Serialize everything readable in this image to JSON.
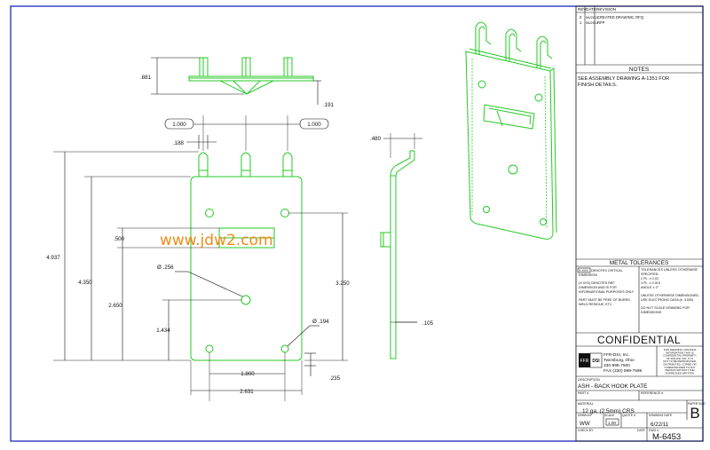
{
  "watermark": "www.jdw2.com",
  "revisions": {
    "headers": [
      "REV",
      "DATE",
      "REVISION"
    ],
    "rows": [
      {
        "rev": "0",
        "date": "06/2011",
        "text": "CREATED DRAWING, RFQ"
      },
      {
        "rev": "1",
        "date": "06/2011",
        "text": "RFP"
      }
    ]
  },
  "notes": {
    "title": "NOTES",
    "lines": [
      "SEE ASSEMBLY DRAWING A-1351 FOR",
      "FINISH DETAILS."
    ]
  },
  "tolerances": {
    "title": "METAL TOLERANCES",
    "left": [
      {
        "box": "X.XXX",
        "text": "DENOTES CRITICAL"
      },
      {
        "text": "DIMENSION"
      },
      {
        "text": ""
      },
      {
        "text": "(X.XXX) DENOTES REF."
      },
      {
        "text": "DIMENSION AND IS FOR"
      },
      {
        "text": "INFORMATIONAL PURPOSES ONLY"
      },
      {
        "text": ""
      },
      {
        "text": "PART MUST BE FREE OF BURRS,"
      },
      {
        "text": "WELD RESIDUE, ETC."
      }
    ],
    "right": [
      "TOLERANCES UNLESS OTHERWISE",
      "SPECIFIED:",
      "2 PL. ± 0.03",
      "3 PL. ± 0.010",
      "ANGLE ± 2°",
      "",
      "UNLESS OTHERWISE DIMENSIONED,",
      "USE ELECTRONIC DATA (e. 3.000)",
      "",
      "DO NOT SCALE DRAWING FOR",
      "DIMENSIONS"
    ]
  },
  "confidential": "CONFIDENTIAL",
  "company": {
    "logo_left": "FFR",
    "logo_right": "DSI",
    "lines": [
      "FFR-DSI, Inc.",
      "Twinsburg, Ohio",
      "330-998-7500",
      "FAX (330) 998-7599"
    ],
    "legal": [
      "THIS DRAWING CONTAINS",
      "INFORMATION THAT IS",
      "CONFIDENTIAL PROPERTY",
      "OF FFR-DSI, INC. IT IS",
      "NOT TO BE REPRODUCED,",
      "DISTRIBUTED, COPIED OR",
      "COMMUNICATED TO ANY",
      "PERSON WITHOUT THE",
      "EXPRESSED WRITTEN",
      "CONSENT FROM FFR-DSI INC."
    ]
  },
  "description": {
    "label": "DESCRIPTION",
    "value": "ASH - BACK HOOK PLATE"
  },
  "part_label": "PART #",
  "reference_label": "REFERENCE #",
  "material": {
    "label": "MATERIAL",
    "value": "12 ga. (2.5mm) CRS"
  },
  "paper_size": {
    "label": "PAPER SIZE",
    "value": "B"
  },
  "drawn_by": {
    "label": "DRWN BY",
    "value": "WW"
  },
  "scale": {
    "label": "SCALE",
    "value": "1.00"
  },
  "quote": {
    "label": "QUOTE #",
    "value": ""
  },
  "drawing_date": {
    "label": "DRAWING DATE",
    "value": "6/22/11"
  },
  "checked_by": {
    "label": "CHECK BY",
    "value": ""
  },
  "date_label": "DATE",
  "dwg": {
    "label": "DWG #",
    "value": "M-6453"
  },
  "dimensions": {
    "top_height": ".881",
    "top_thickness": ".191",
    "spacing_left": "1.000",
    "spacing_right": "1.000",
    "tab_width": ".188",
    "side_offset": ".480",
    "total_height": "4.937",
    "body_height": "4.350",
    "hole_lower": "2.650",
    "hole_bottom": "1.434",
    "slot_height": ".500",
    "hole_right": "3.250",
    "hole_dia_large": "Ø .256",
    "hole_dia_small": "Ø .194",
    "holes_spacing": "1.800",
    "total_width": "2.631",
    "edge_offset": ".235",
    "side_thickness": ".105"
  }
}
